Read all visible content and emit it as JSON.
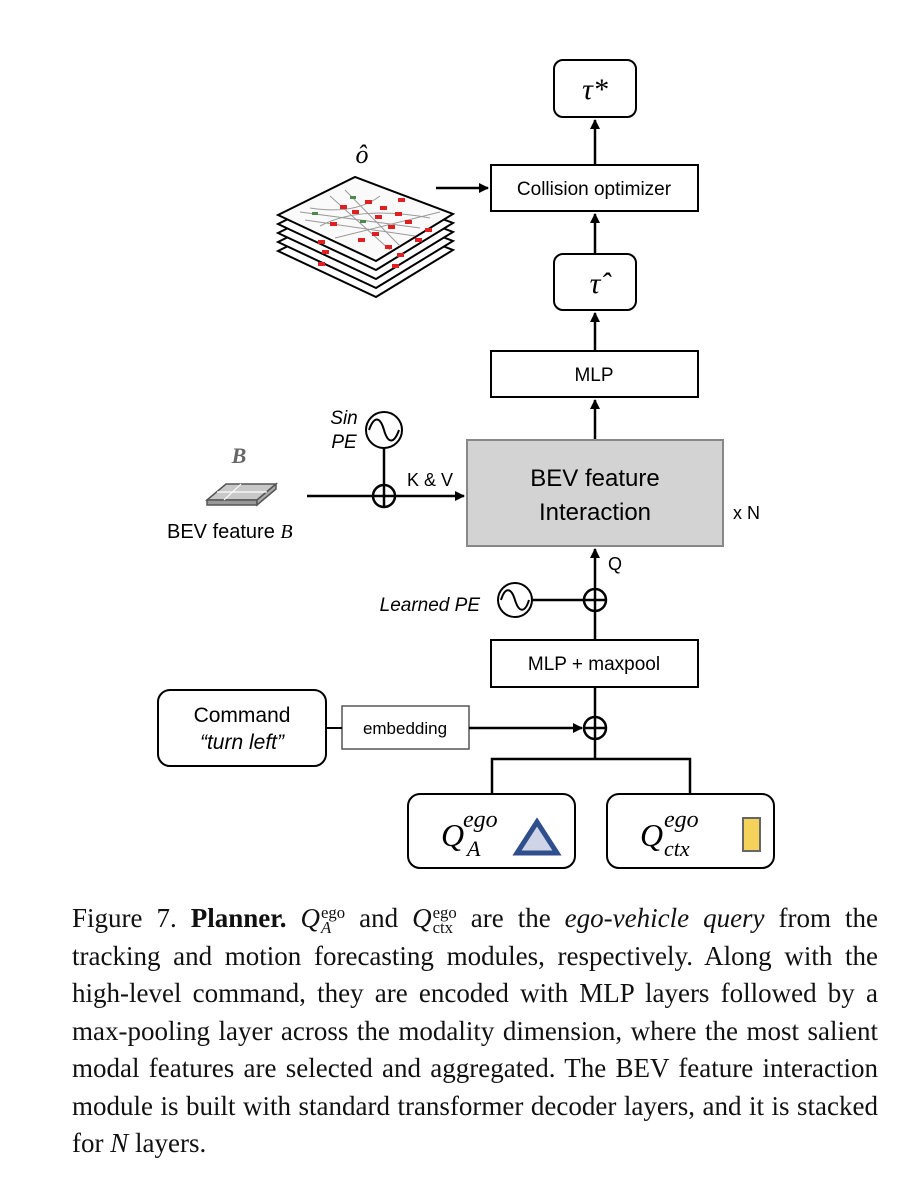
{
  "diagram": {
    "tau_star": "τ*",
    "o_hat": "ô",
    "collision_optimizer": "Collision optimizer",
    "tau_hat": "τ̂",
    "mlp": "MLP",
    "sin": "Sin",
    "pe": "PE",
    "bev_symbol": "B",
    "bev_feature_label": "BEV feature",
    "bev_feature_var": "B",
    "kv": "K & V",
    "bev_interaction_line1": "BEV feature",
    "bev_interaction_line2": "Interaction",
    "xn": "x N",
    "q": "Q",
    "learned_pe": "Learned PE",
    "mlp_maxpool": "MLP + maxpool",
    "command": "Command",
    "command_value": "“turn left”",
    "embedding": "embedding",
    "qa_main": "Q",
    "qa_sup": "ego",
    "qa_sub": "A",
    "qctx_main": "Q",
    "qctx_sup": "ego",
    "qctx_sub": "ctx"
  },
  "caption": {
    "figure": "Figure 7.",
    "title": "Planner.",
    "q_a": {
      "main": "Q",
      "sup": "ego",
      "sub": "A"
    },
    "and": "and",
    "q_ctx": {
      "main": "Q",
      "sup": "ego",
      "sub": "ctx"
    },
    "text1": "are the",
    "italic_phrase": "ego-vehicle query",
    "text2": "from the tracking and motion forecasting modules, respectively. Along with the high-level command, they are encoded with MLP layers followed by a max-pooling layer across the modality dimension, where the most salient modal features are selected and aggregated. The BEV feature interaction module is built with standard transformer decoder layers, and it is stacked for",
    "n_var": "N",
    "text3": "layers."
  },
  "colors": {
    "interaction_fill": "#d3d3d3",
    "triangle_fill": "#2f4e8c",
    "triangle_inner": "#cfd5e6",
    "rect_fill": "#f5d25a",
    "occupancy_red": "#e02020"
  }
}
